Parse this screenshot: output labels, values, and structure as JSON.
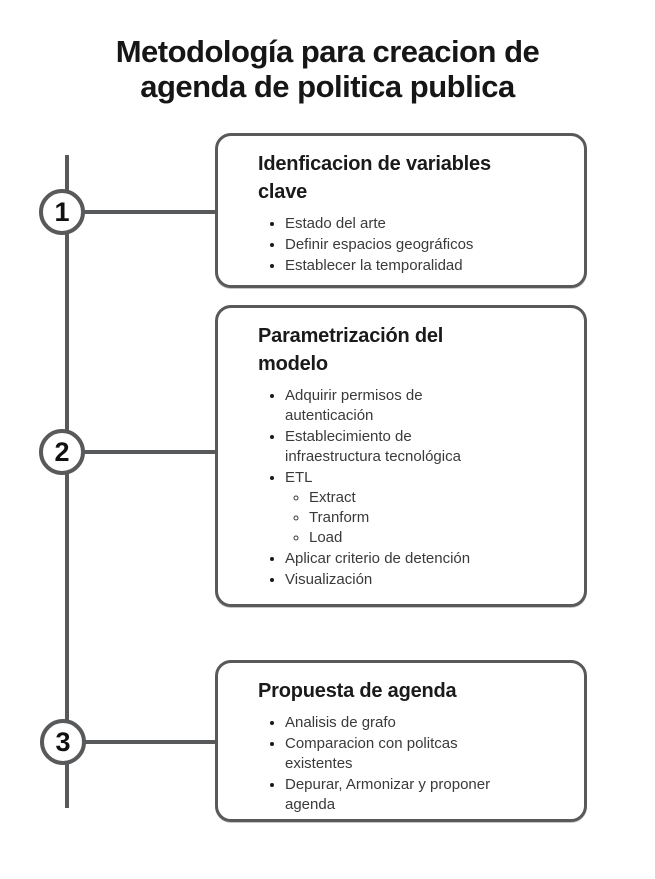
{
  "title": {
    "lines": [
      "Metodología para creacion de",
      "agenda de politica publica"
    ]
  },
  "colors": {
    "line": "#58595b",
    "heading_text": "#1a1a1a",
    "body_text": "#3a3a3a",
    "background": "#ffffff"
  },
  "steps": [
    {
      "number": "1",
      "title_lines": [
        "Idenficacion de variables",
        "clave"
      ],
      "bullets": [
        {
          "text": "Estado del arte"
        },
        {
          "text": "Definir espacios geográficos"
        },
        {
          "text": "Establecer la temporalidad"
        }
      ]
    },
    {
      "number": "2",
      "title_lines": [
        "Parametrización del",
        "modelo"
      ],
      "bullets": [
        {
          "text": "Adquirir permisos de autenticación"
        },
        {
          "text": "Establecimiento de infraestructura tecnológica"
        },
        {
          "text": "ETL",
          "sub": [
            "Extract",
            "Tranform",
            "Load"
          ]
        },
        {
          "text": "Aplicar criterio de detención"
        },
        {
          "text": "Visualización"
        }
      ]
    },
    {
      "number": "3",
      "title_lines": [
        "Propuesta de agenda"
      ],
      "bullets": [
        {
          "text": "Analisis de grafo"
        },
        {
          "text": "Comparacion con politcas existentes"
        },
        {
          "text": "Depurar, Armonizar y proponer agenda"
        }
      ]
    }
  ]
}
